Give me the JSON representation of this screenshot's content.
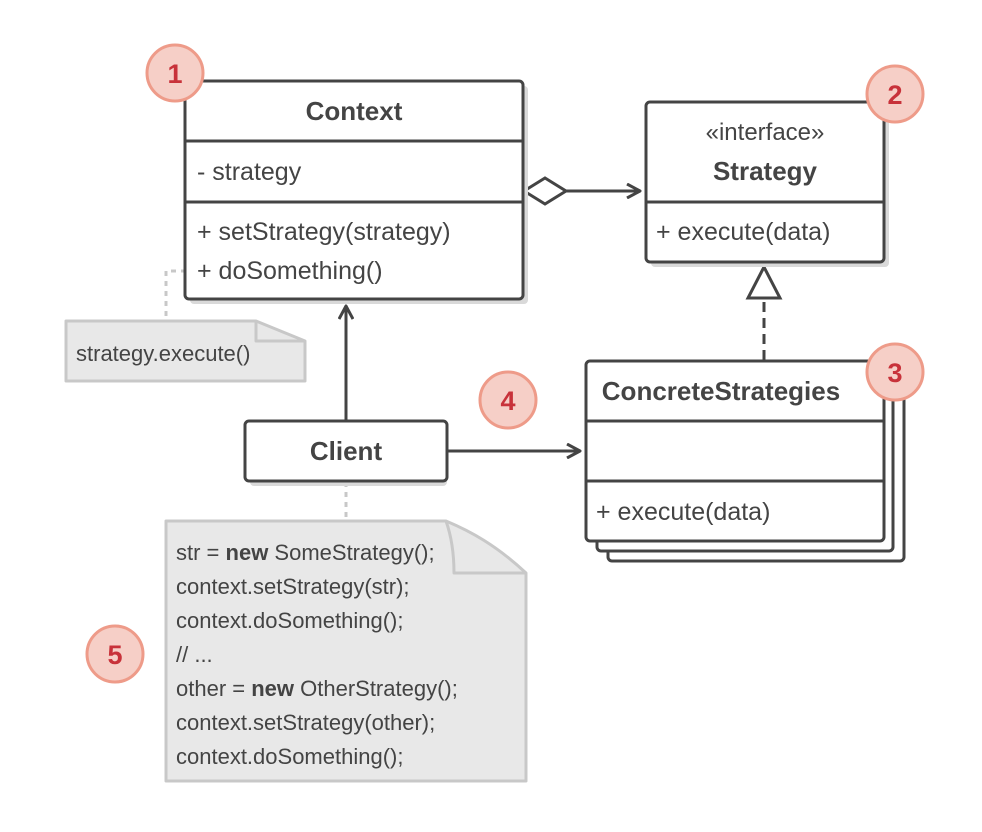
{
  "context": {
    "title": "Context",
    "field": "- strategy",
    "methods": [
      "+ setStrategy(strategy)",
      "+ doSomething()"
    ]
  },
  "strategy": {
    "stereotype": "«interface»",
    "title": "Strategy",
    "method": "+ execute(data)"
  },
  "concrete": {
    "title": "ConcreteStrategies",
    "method": "+ execute(data)"
  },
  "client": {
    "title": "Client"
  },
  "note_context": {
    "text": "strategy.execute()"
  },
  "note_client": {
    "lines": [
      {
        "pre": "str = ",
        "kw": "new",
        "post": " SomeStrategy();"
      },
      {
        "pre": "context.setStrategy(str);",
        "kw": "",
        "post": ""
      },
      {
        "pre": "context.doSomething();",
        "kw": "",
        "post": ""
      },
      {
        "pre": "// ...",
        "kw": "",
        "post": ""
      },
      {
        "pre": "other = ",
        "kw": "new",
        "post": " OtherStrategy();"
      },
      {
        "pre": "context.setStrategy(other);",
        "kw": "",
        "post": ""
      },
      {
        "pre": "context.doSomething();",
        "kw": "",
        "post": ""
      }
    ]
  },
  "badges": [
    "1",
    "2",
    "3",
    "4",
    "5"
  ],
  "colors": {
    "stroke": "#444444",
    "note_fill": "#e8e8e8",
    "note_stroke": "#c8c8c8",
    "shadow": "#d9d9d9",
    "badge_fill": "#f6cfc7",
    "badge_stroke": "#ee9b89",
    "badge_text": "#c8323a"
  }
}
